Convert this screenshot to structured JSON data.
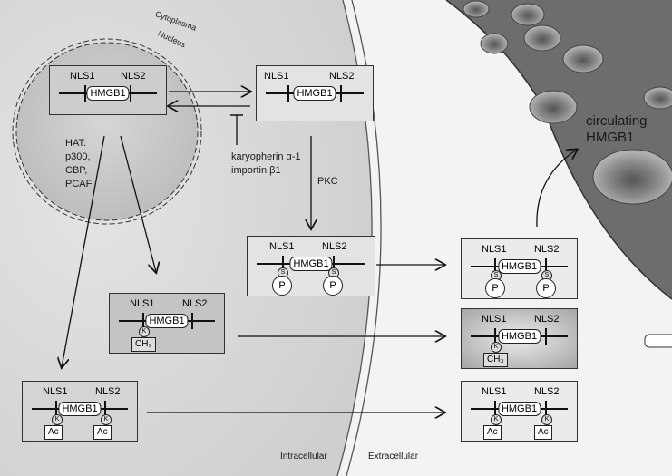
{
  "compartments": {
    "cytoplasma": "Cytoplasma",
    "nucleus": "Nucleus",
    "intracellular": "Intracellular",
    "extracellular": "Extracellular"
  },
  "protein": {
    "name": "HMGB1",
    "nls1": "NLS1",
    "nls2": "NLS2",
    "phospho_site": "S",
    "phospho_group": "P",
    "lysine": "K",
    "methyl": "CH₃",
    "acetyl": "Ac"
  },
  "enzymes": {
    "hat_line1": "HAT:",
    "hat_line2": "p300,",
    "hat_line3": "CBP,",
    "hat_line4": "PCAF",
    "karyopherin": "karyopherin α-1",
    "importin": "importin β1",
    "pkc": "PKC"
  },
  "circulation": {
    "line1": "circulating",
    "line2": "HMGB1"
  },
  "colors": {
    "cell_bg": "#d9d9d9",
    "nucleus_bg": "#c8c8c8",
    "vessel": "#6d6d6d",
    "box_bg": "#e2e2e2",
    "box_dark": "#b5b5b5"
  }
}
